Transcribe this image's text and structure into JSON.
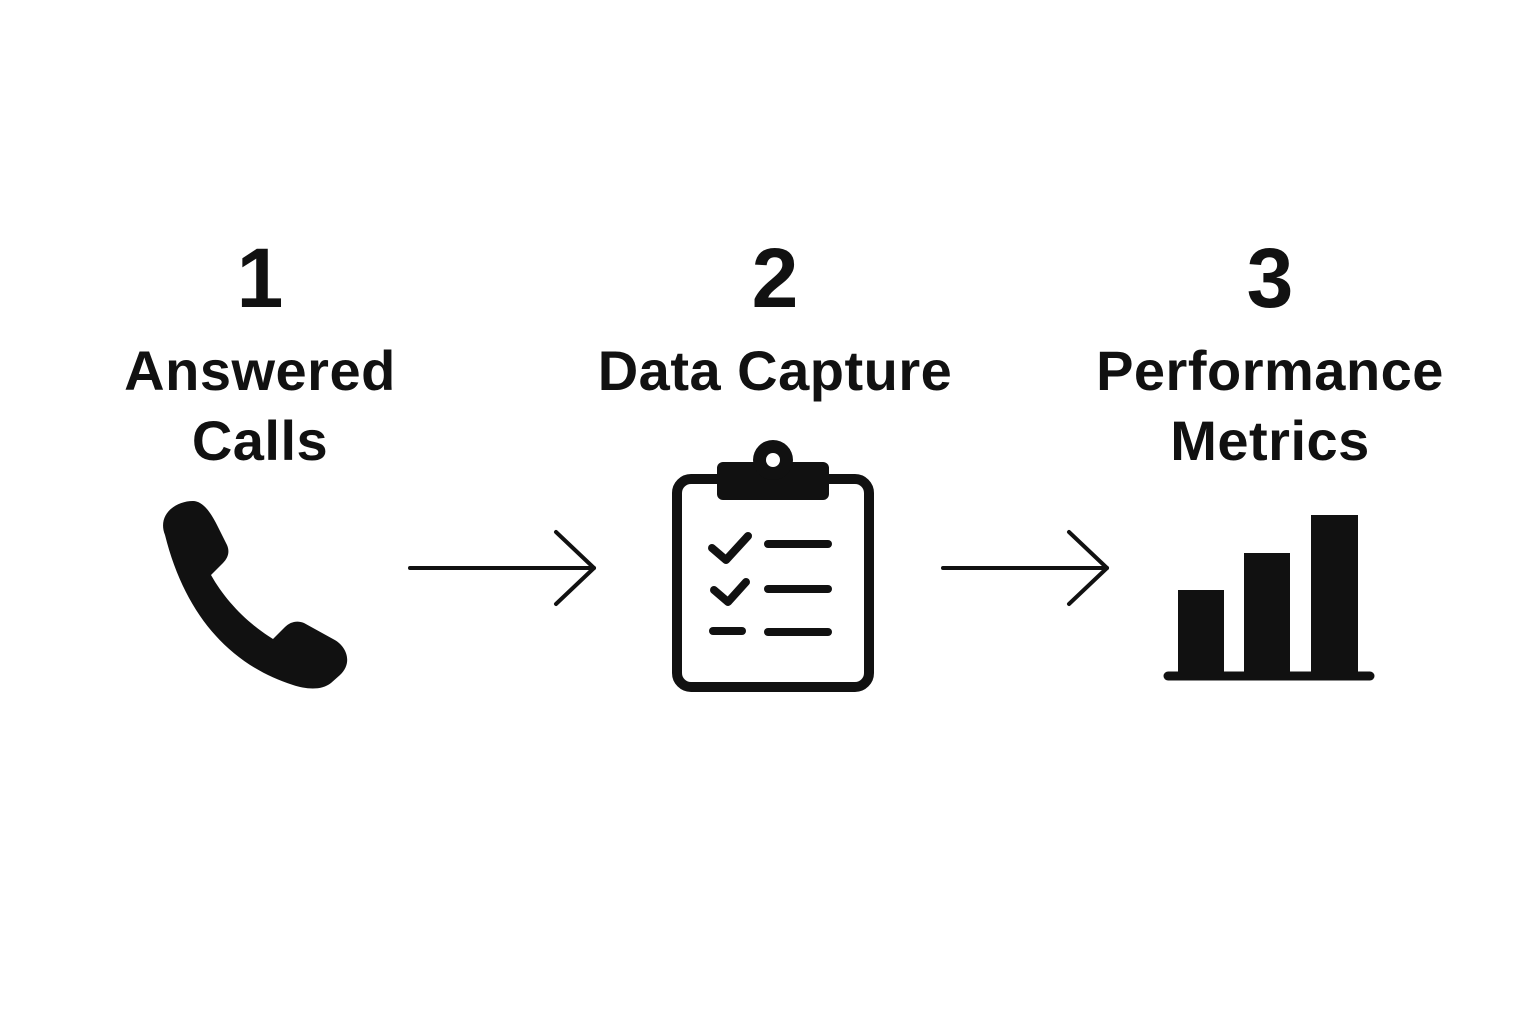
{
  "steps": [
    {
      "number": "1",
      "title": "Answered Calls",
      "icon": "phone-icon"
    },
    {
      "number": "2",
      "title": "Data Capture",
      "icon": "clipboard-checklist-icon"
    },
    {
      "number": "3",
      "title": "Performance Metrics",
      "icon": "bar-chart-icon"
    }
  ],
  "connectors": [
    "arrow-right-icon",
    "arrow-right-icon"
  ],
  "colors": {
    "ink": "#111111",
    "background": "#ffffff"
  }
}
